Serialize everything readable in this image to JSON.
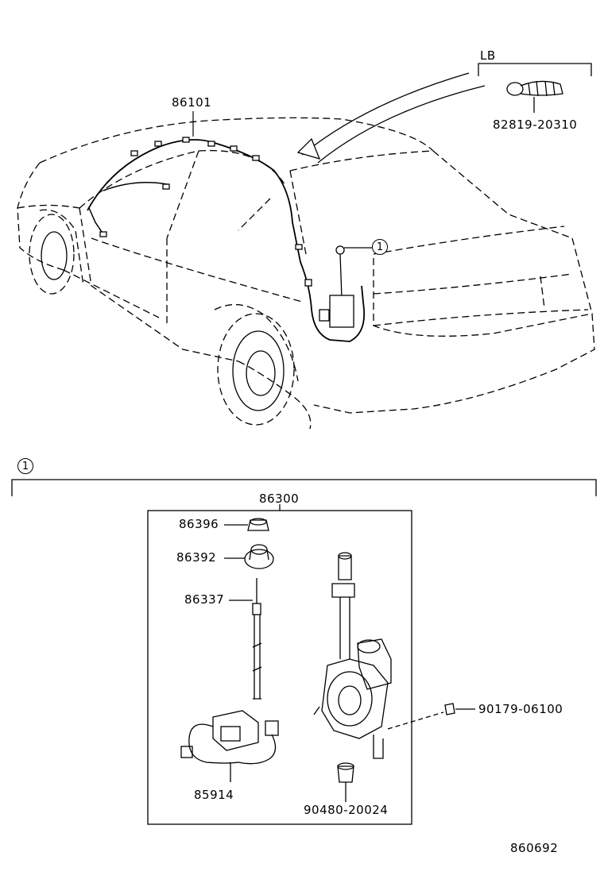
{
  "callouts": {
    "wire_harness": "86101",
    "group_lb": "LB",
    "clip": "82819-20310",
    "ref_marker": "1",
    "antenna_assy": "86300",
    "nut": "86396",
    "pad": "86392",
    "rod": "86337",
    "relay": "85914",
    "screw": "90179-06100",
    "bushing": "90480-20024"
  },
  "footer": {
    "drawing_number": "860692"
  }
}
